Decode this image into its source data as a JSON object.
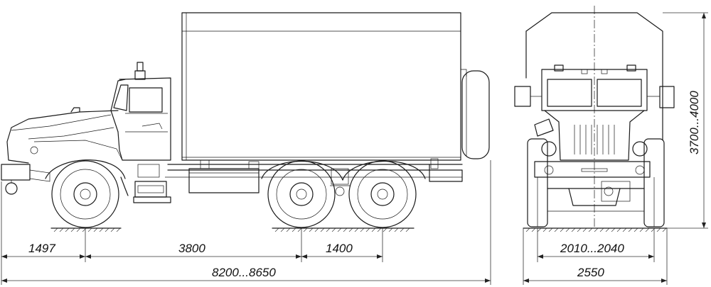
{
  "drawing": {
    "subject": "six-wheel truck with box body, side and front views",
    "dimensions": {
      "front_overhang": "1497",
      "wheelbase": "3800",
      "rear_axle_spacing": "1400",
      "overall_length": "8200...8650",
      "track_width": "2010...2040",
      "overall_width": "2550",
      "overall_height": "3700...4000"
    }
  }
}
